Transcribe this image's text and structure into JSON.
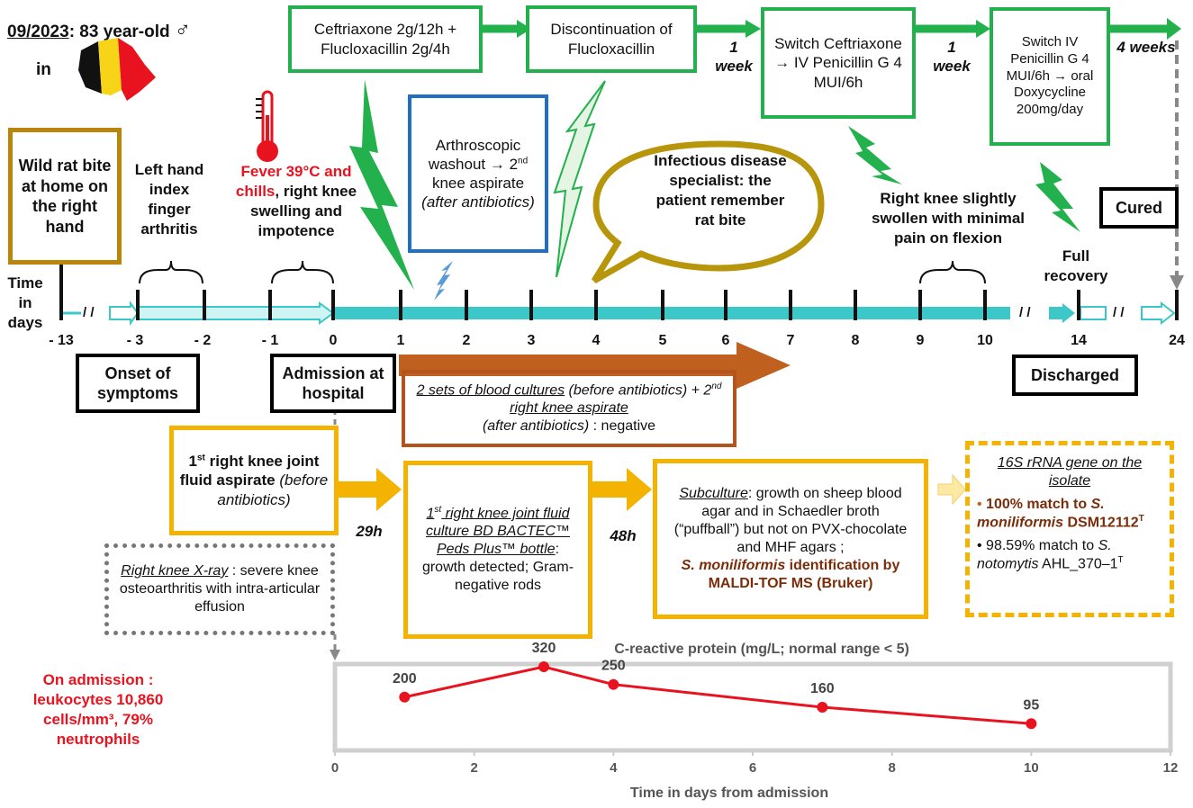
{
  "header": {
    "date": "09/2023",
    "patient": ": 83 year-old",
    "sex_symbol": "♂",
    "in": "in"
  },
  "colors": {
    "green": "#22b14c",
    "teal": "#3cc8c8",
    "gold": "#b8860b",
    "yellow": "#f5b301",
    "brown": "#b5531d",
    "red": "#e8131f",
    "blue": "#1f6fc2"
  },
  "treatments": {
    "t1": "Ceftriaxone 2g/12h + Flucloxacillin 2g/4h",
    "t2": "Discontinuation of Flucloxacillin",
    "t3": "Switch Ceftriaxone → IV Penicillin G 4 MUI/6h",
    "t4": "Switch IV Penicillin G 4 MUI/6h → oral Doxycycline 200mg/day",
    "w1": "1 week",
    "w2": "1 week",
    "w3": "4 weeks"
  },
  "events": {
    "bite": "Wild rat bite at home on the right hand",
    "arthritis": "Left hand index finger arthritis",
    "fever_red": "Fever 39°C and chills",
    "fever_rest": ", right knee swelling and impotence",
    "washout_1": "Arthroscopic washout → 2",
    "washout_sup": "nd",
    "washout_2": " knee aspirate",
    "washout_3": "(after antibiotics)",
    "specialist": "Infectious disease specialist: the patient remember rat bite",
    "slight": "Right knee slightly swollen with minimal pain on flexion",
    "cured": "Cured",
    "full": "Full recovery",
    "onset": "Onset of symptoms",
    "admission": "Admission at hospital",
    "discharged": "Discharged"
  },
  "timeline": {
    "axis_title": "Time in days",
    "ticks": [
      "- 13",
      "- 3",
      "- 2",
      "- 1",
      "0",
      "1",
      "2",
      "3",
      "4",
      "5",
      "6",
      "7",
      "8",
      "9",
      "10",
      "14",
      "24"
    ],
    "break": "/ /"
  },
  "micro": {
    "cultures_1": "2 sets of blood cultures",
    "cultures_2": " (before antibiotics) + 2",
    "cultures_sup": "nd",
    "cultures_3": " right knee aspirate",
    "cultures_4": "(after antibiotics)",
    "cultures_5": " : negative",
    "aspirate_1": "1",
    "aspirate_sup": "st",
    "aspirate_2": " right knee joint fluid aspirate",
    "aspirate_3": "(before antibiotics)",
    "culture_1": "1",
    "culture_sup": "st",
    "culture_2": " right knee joint fluid culture BD BACTEC™ Peds Plus™ bottle",
    "culture_3": ":",
    "culture_4": "growth detected; Gram-negative rods",
    "sub_1": "Subculture",
    "sub_2": ": growth on sheep blood agar and in Schaedler broth (“puffball”) but not on PVX-chocolate and MHF agars ;",
    "sub_3": "S. moniliformis",
    "sub_4": " identification by MALDI-TOF MS (Bruker)",
    "rrna_title": "16S rRNA gene on the isolate",
    "rrna_1a": "100% match to",
    "rrna_1b": "S. moniliformis",
    "rrna_1c": "DSM12112",
    "rrna_1sup": "T",
    "rrna_2a": "98.59% match to",
    "rrna_2b": "S. notomytis",
    "rrna_2c": "AHL_370–1",
    "rrna_2sup": "T",
    "h29": "29h",
    "h48": "48h",
    "xray_1": "Right knee X-ray",
    "xray_2": " : severe knee osteoarthritis with intra-articular effusion",
    "admission_labs": "On admission : leukocytes 10,860 cells/mm³, 79% neutrophils"
  },
  "chart_data": {
    "type": "line",
    "title": "C-reactive protein (mg/L; normal range < 5)",
    "xlabel": "Time in days from admission",
    "ylabel": "",
    "xlim": [
      0,
      12
    ],
    "ylim": [
      0,
      320
    ],
    "grid": false,
    "x_ticks": [
      0,
      2,
      4,
      6,
      8,
      10,
      12
    ],
    "x": [
      1,
      3,
      4,
      7,
      10
    ],
    "values": [
      200,
      320,
      250,
      160,
      95
    ],
    "color": "#e8131f"
  }
}
